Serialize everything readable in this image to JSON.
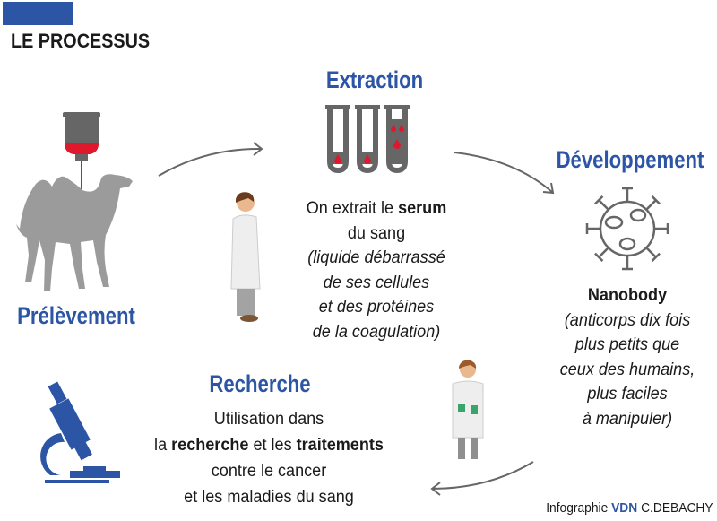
{
  "header": {
    "title": "LE PROCESSUS"
  },
  "steps": {
    "prelevement": {
      "title": "Prélèvement"
    },
    "extraction": {
      "title": "Extraction",
      "line1_a": "On extrait le ",
      "line1_b": "serum",
      "line2": "du sang",
      "line3": "(liquide débarrassé",
      "line4": "de ses cellules",
      "line5": "et des protéines",
      "line6": "de la coagulation)"
    },
    "developpement": {
      "title": "Développement",
      "name": "Nanobody",
      "line1": "(anticorps dix fois",
      "line2": "plus petits que",
      "line3": "ceux des humains,",
      "line4": "plus faciles",
      "line5": "à manipuler)"
    },
    "recherche": {
      "title": "Recherche",
      "line1": "Utilisation dans",
      "line2_a": "la ",
      "line2_b": "recherche",
      "line2_c": " et les ",
      "line2_d": "traitements",
      "line3": "contre le cancer",
      "line4": "et les maladies du sang"
    }
  },
  "credit": {
    "prefix": "Infographie ",
    "brand": "VDN",
    "author": " C.DEBACHY"
  },
  "colors": {
    "accent": "#2d55a5",
    "blood": "#e0182d",
    "gray": "#9b9b9b"
  }
}
